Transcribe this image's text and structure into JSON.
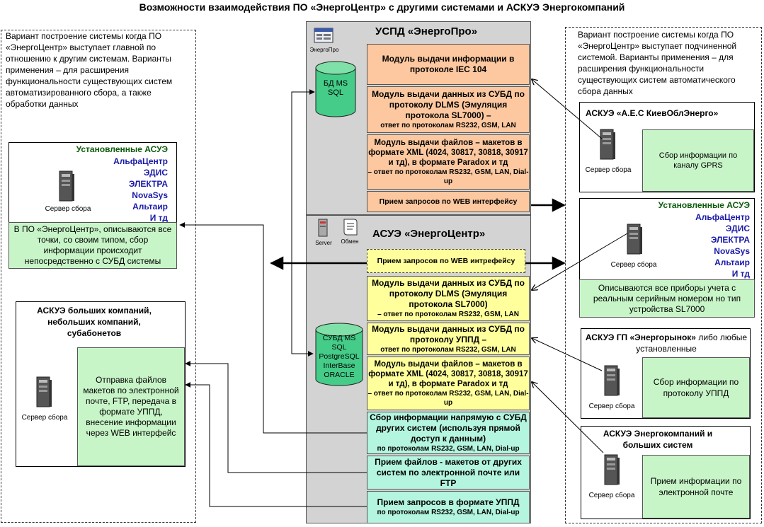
{
  "title": "Возможности взаимодействия ПО «ЭнергоЦентр» с другими системами и АСКУЭ Энергокомпаний",
  "left_panel": {
    "description": "Вариант построение системы когда ПО «ЭнергоЦентр» выступает главной по отношению к другим системам. Варианты применения – для расширения функциональности существующих систем автоматизированного сбора, а также обработки данных",
    "installed": {
      "header": "Установленные АСУЭ",
      "items": [
        "АльфаЦентр",
        "ЭДИС",
        "ЭЛЕКТРА",
        "NovaSys",
        "Альтаир",
        "И тд"
      ],
      "server_label": "Сервер сбора",
      "note": "В ПО «ЭнергоЦентр», описываются все точки, со своим типом, сбор информации происходит непосредственно с СУБД системы"
    },
    "small_companies": {
      "header": "АСКУЭ больших компаний, небольших компаний, субабонетов",
      "server_label": "Сервер сбора",
      "note": "Отправка файлов макетов по электронной почте, FTP, передача в формате УППД, внесение информации через WEB интерфейс"
    }
  },
  "center": {
    "uspd": {
      "header": "УСПД «ЭнергоПро»",
      "icon_label": "ЭнергоПро",
      "db": "БД MS SQL",
      "modules": [
        {
          "main": "Модуль выдачи информации в протоколе IEC 104",
          "sub": ""
        },
        {
          "main": "Модуль выдачи данных из СУБД по протоколу DLMS (Эмуляция протокола SL7000) –",
          "sub": "ответ по протоколам RS232, GSM, LAN"
        },
        {
          "main": "Модуль выдачи файлов – макетов в формате XML (4024, 30817, 30818, 30917 и тд), в формате Paradox и тд",
          "sub": "– ответ по протоколам RS232, GSM, LAN, Dial-up"
        },
        {
          "main": "",
          "sub": "Прием запросов по WEB интерфейсу"
        }
      ]
    },
    "askue": {
      "header": "АСУЭ «ЭнергоЦентр»",
      "server_label": "Server",
      "exchange_label": "Обмен",
      "db": "СУБД MS SQL PostgreSQL InterBase ORACLE",
      "web": "Прием запросов по WEB интрефейсу",
      "modules": [
        {
          "main": "Модуль выдачи данных из СУБД по протоколу DLMS (Эмуляция протокола SL7000)",
          "sub": "– ответ по протоколам RS232, GSM, LAN"
        },
        {
          "main": "Модуль выдачи данных из СУБД по протоколу УППД –",
          "sub": "ответ по протоколам RS232, GSM, LAN"
        },
        {
          "main": "Модуль выдачи файлов – макетов в формате XML (4024, 30817, 30818, 30917 и тд), в формате Paradox и тд",
          "sub": "– ответ по протоколам RS232, GSM, LAN, Dial-up"
        }
      ],
      "inputs": [
        {
          "main": "Сбор информации напрямую с СУБД других систем (используя прямой доступ к данным)",
          "sub": "по протоколам RS232, GSM, LAN, Dial-up"
        },
        {
          "main": "Прием файлов - макетов от других систем по электронной почте или FTP",
          "sub": ""
        },
        {
          "main": "Прием запросов в формате УППД",
          "sub": "по протоколам RS232, GSM, LAN, Dial-up"
        }
      ]
    }
  },
  "right_panel": {
    "description": "Вариант построение системы когда ПО «ЭнергоЦентр» выступает подчиненной системой. Варианты применения – для расширения функциональности существующих систем автоматического сбора данных",
    "kiev": {
      "header": "АСКУЭ «А.Е.С КиевОблЭнерго»",
      "server_label": "Сервер сбора",
      "note": "Сбор информации по каналу GPRS"
    },
    "installed": {
      "header": "Установленные АСУЭ",
      "items": [
        "АльфаЦентр",
        "ЭДИС",
        "ЭЛЕКТРА",
        "NovaSys",
        "Альтаир",
        "И тд"
      ],
      "server_label": "Сервер сбора",
      "note": "Описываются все приборы учета с реальным серийным номером но тип устройства SL7000"
    },
    "gp": {
      "header": "АСКУЭ  ГП «Энергорынок»",
      "header_rest": " либо любые установленные",
      "server_label": "Сервер сбора",
      "note": "Сбор информации по протоколу УППД"
    },
    "energo": {
      "header": "АСКУЭ Энергокомпаний и больших систем",
      "server_label": "Сервер сбора",
      "note": "Прием информации по электронной почте"
    }
  },
  "colors": {
    "orange": "#fdc89f",
    "yellow": "#ffff9c",
    "teal": "#b4f5df",
    "green": "#c8f5c8",
    "gray": "#d3d3d3",
    "blue": "#1a1aa8"
  }
}
